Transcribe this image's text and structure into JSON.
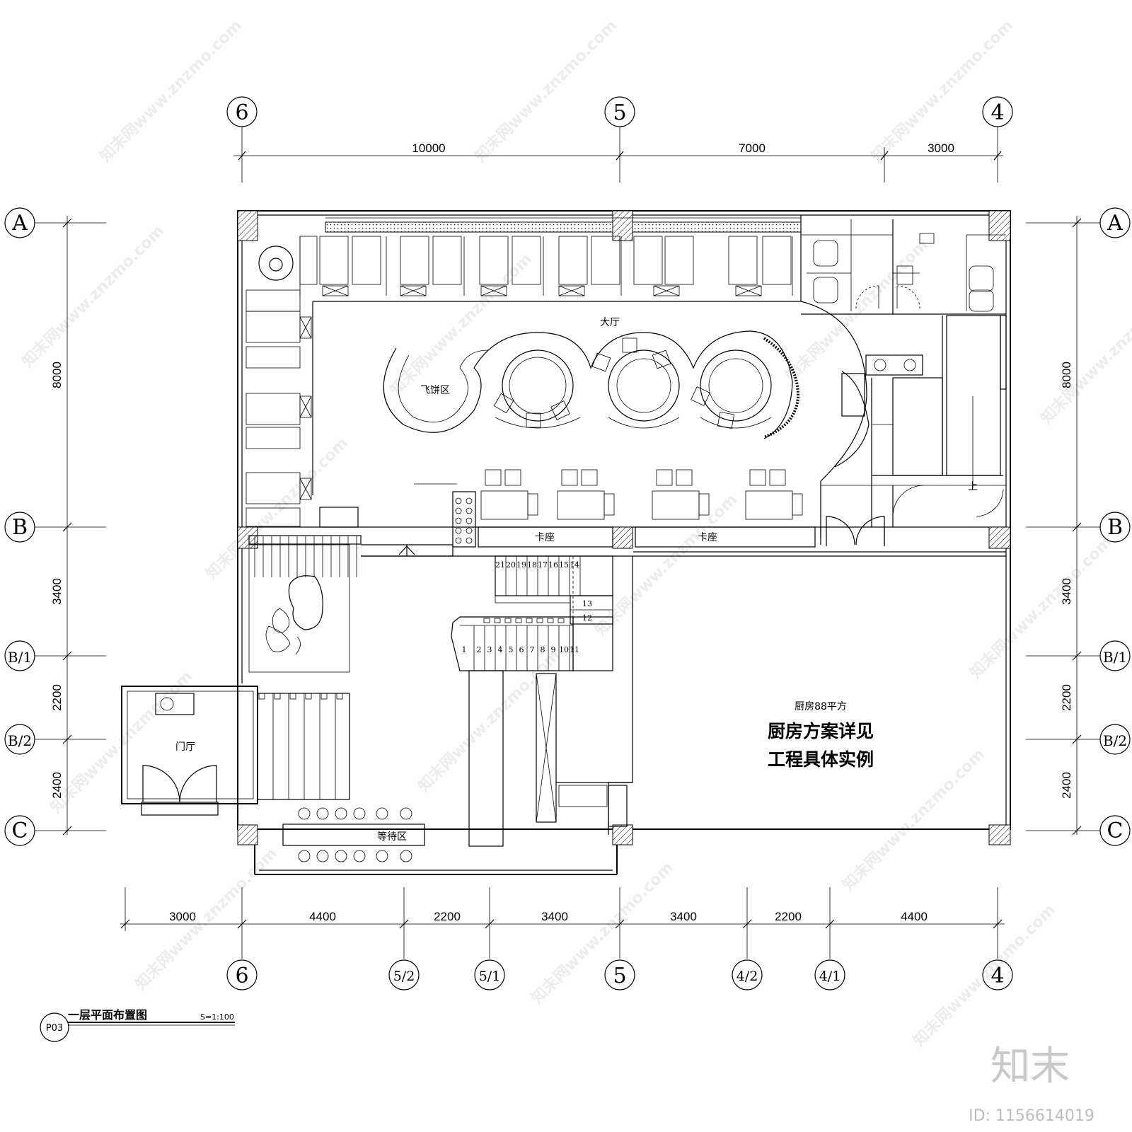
{
  "axes": {
    "top": [
      "6",
      "5",
      "4"
    ],
    "bottom": [
      "6",
      "5/2",
      "5/1",
      "5",
      "4/2",
      "4/1",
      "4"
    ],
    "rows": [
      "A",
      "B",
      "B/1",
      "B/2",
      "C"
    ]
  },
  "dimensions": {
    "top": [
      "10000",
      "7000",
      "3000"
    ],
    "bottom": [
      "3000",
      "4400",
      "2200",
      "3400",
      "3400",
      "2200",
      "4400"
    ],
    "left": [
      "8000",
      "3400",
      "2200",
      "2400"
    ],
    "right": [
      "8000",
      "3400",
      "2200",
      "2400"
    ]
  },
  "rooms": {
    "hall": "大厅",
    "cake_zone": "飞饼区",
    "booth_left": "卡座",
    "booth_right": "卡座",
    "foyer": "门厅",
    "waiting": "等待区",
    "up_mark": "上",
    "kitchen_area_label": "厨房88平方",
    "kitchen_note_line1": "厨房方案详见",
    "kitchen_note_line2": "工程具体实例"
  },
  "stairs": {
    "upper_steps": [
      "21",
      "20",
      "19",
      "18",
      "17",
      "16",
      "15",
      "14"
    ],
    "landing_steps": [
      "13",
      "12"
    ],
    "lower_steps": [
      "1",
      "2",
      "3",
      "4",
      "5",
      "6",
      "7",
      "8",
      "9",
      "10",
      "11"
    ]
  },
  "title_block": {
    "code": "P03",
    "title": "一层平面布置图",
    "scale": "S=1:100"
  },
  "watermark": {
    "text": "知末网www.znzmo.com",
    "logo": "知末",
    "id": "ID: 1156614019"
  }
}
